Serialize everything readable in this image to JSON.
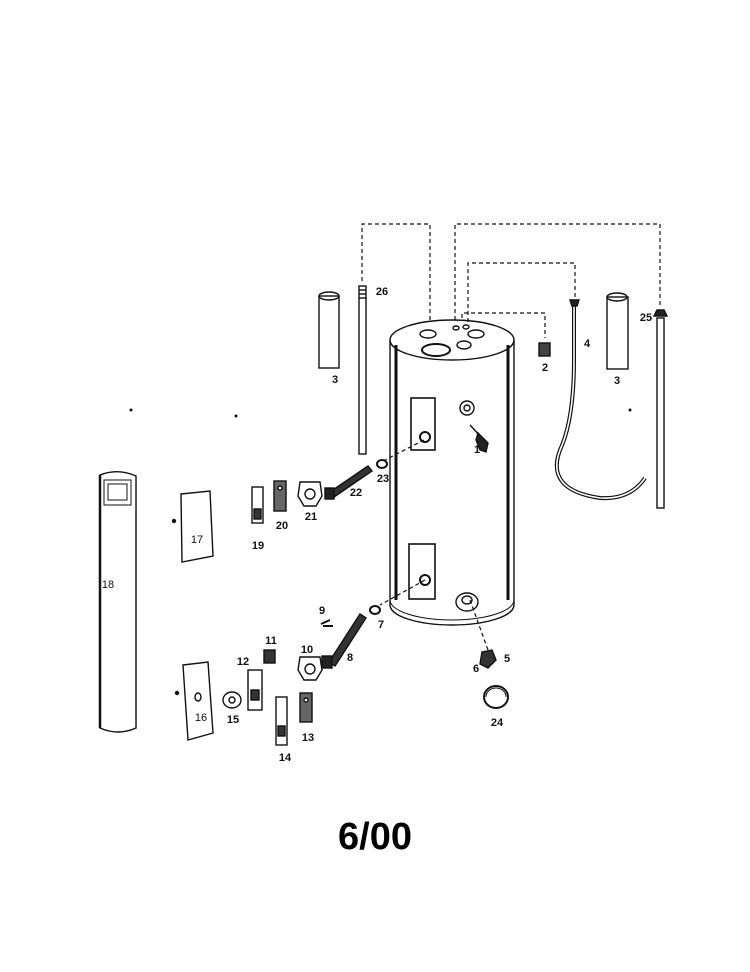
{
  "diagram": {
    "callouts": {
      "p1": "1",
      "p2": "2",
      "p3a": "3",
      "p3b": "3",
      "p4": "4",
      "p5": "5",
      "p6": "6",
      "p7": "7",
      "p8": "8",
      "p9": "9",
      "p10": "10",
      "p11": "11",
      "p12": "12",
      "p13": "13",
      "p14": "14",
      "p15": "15",
      "p16": "16",
      "p17": "17",
      "p18": "18",
      "p19": "19",
      "p20": "20",
      "p21": "21",
      "p22": "22",
      "p23": "23",
      "p24": "24",
      "p25": "25",
      "p26": "26"
    },
    "footer_date": "6/00"
  }
}
